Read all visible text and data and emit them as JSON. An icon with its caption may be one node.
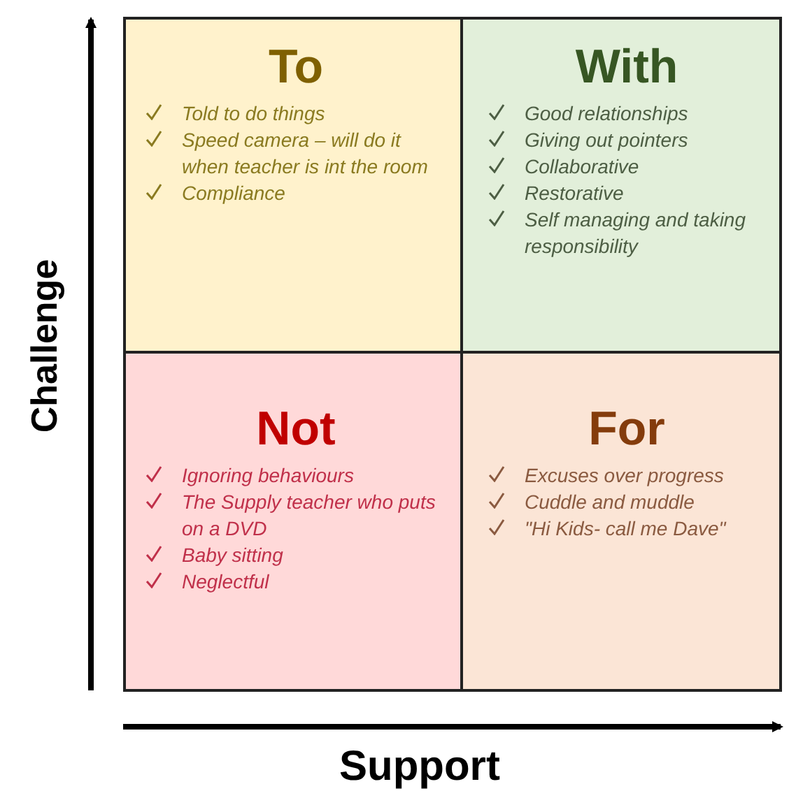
{
  "diagram": {
    "nodes": [
      {
        "text": [
          "To",
          "Told to do things",
          "Speed camera – will do it when teacher is int the room",
          "Compliance"
        ]
      },
      {
        "text": [
          "With",
          "Good relationships",
          "Giving out pointers",
          "Collaborative",
          "Restorative",
          "Self managing and taking responsibility"
        ]
      },
      {
        "text": [
          "Not",
          "Ignoring behaviours",
          "The Supply teacher who puts on a DVD",
          "Baby sitting",
          "Neglectful"
        ]
      },
      {
        "text": [
          "For",
          "Excuses over progress",
          "Cuddle and muddle",
          "\"Hi Kids- call me Dave\""
        ]
      }
    ],
    "labels": [
      "Challenge",
      "Support"
    ]
  }
}
